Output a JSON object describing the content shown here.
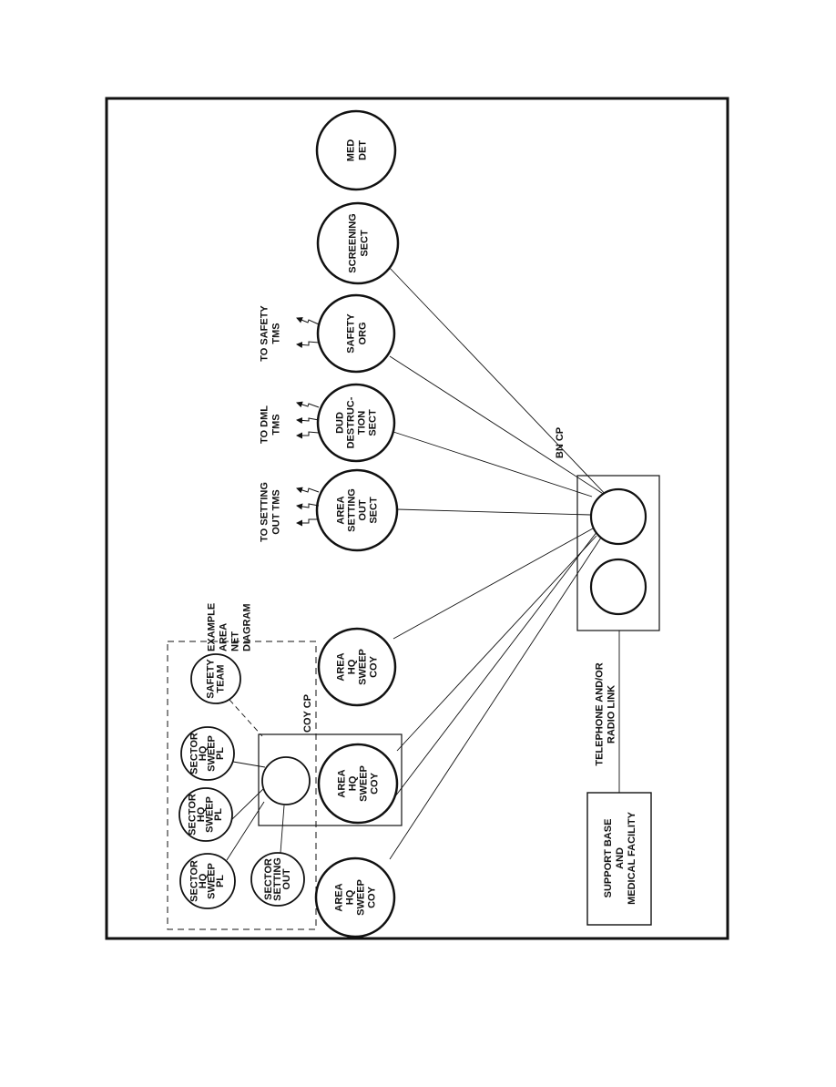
{
  "diagram": {
    "ink_color": "#111111",
    "background": "#ffffff",
    "orientation": "rotated-90-ccw",
    "nodes": {
      "med_det": [
        "MED",
        "DET"
      ],
      "screening_sect": [
        "SCREENING",
        "SECT"
      ],
      "safety_org": [
        "SAFETY",
        "ORG"
      ],
      "dud_destruction_sect": [
        "DUD",
        "DESTRUC-",
        "TION",
        "SECT"
      ],
      "area_setting_out_sect": [
        "AREA",
        "SETTING",
        "OUT",
        "SECT"
      ],
      "area_hq_sweep_coy_top": [
        "AREA",
        "HQ",
        "SWEEP",
        "COY"
      ],
      "area_hq_sweep_coy_mid": [
        "AREA",
        "HQ",
        "SWEEP",
        "COY"
      ],
      "area_hq_sweep_coy_bottom": [
        "AREA",
        "HQ",
        "SWEEP",
        "COY"
      ],
      "safety_team": [
        "SAFETY",
        "TEAM"
      ],
      "sector_hq_sweep_pl_1": [
        "SECTOR",
        "HQ",
        "SWEEP",
        "PL"
      ],
      "sector_hq_sweep_pl_2": [
        "SECTOR",
        "HQ",
        "SWEEP",
        "PL"
      ],
      "sector_hq_sweep_pl_3": [
        "SECTOR",
        "HQ",
        "SWEEP",
        "PL"
      ],
      "sector_setting_out": [
        "SECTOR",
        "SETTING",
        "OUT"
      ]
    },
    "labels": {
      "to_safety_tms": [
        "TO SAFETY",
        "TMS"
      ],
      "to_dml_tms": [
        "TO DML",
        "TMS"
      ],
      "to_setting_out_tms": [
        "TO SETTING",
        "OUT TMS"
      ],
      "example_area_net_diagram": [
        "EXAMPLE",
        "AREA",
        "NET",
        "DIAGRAM"
      ],
      "coy_cp": "COY CP",
      "bn_cp": "BN CP",
      "telephone_radio_link": [
        "TELEPHONE AND/OR",
        "RADIO LINK"
      ],
      "support_base": [
        "SUPPORT BASE",
        "AND",
        "MEDICAL FACILITY"
      ]
    }
  }
}
